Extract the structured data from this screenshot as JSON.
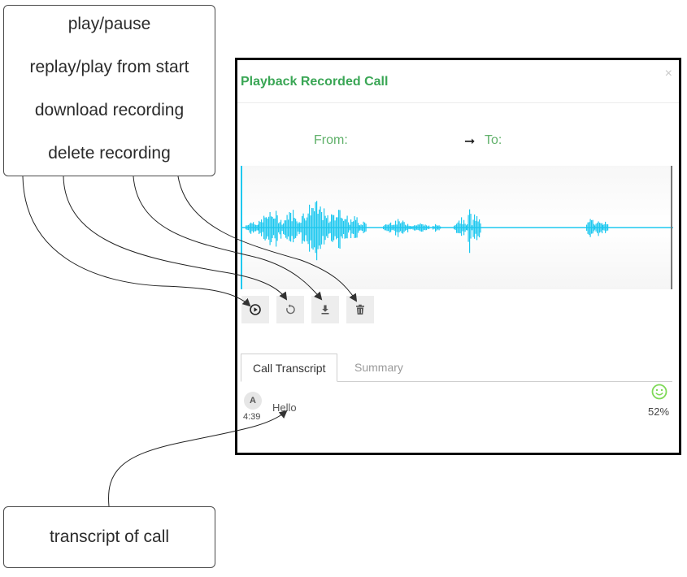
{
  "callouts": {
    "controls": [
      "play/pause",
      "replay/play from start",
      "download recording",
      "delete recording"
    ],
    "transcript": "transcript of call"
  },
  "dialog": {
    "title": "Playback Recorded Call",
    "close_glyph": "×",
    "from_label": "From:",
    "arrow_glyph": "➞",
    "to_label": "To:",
    "colors": {
      "accent": "#3aa655",
      "waveform": "#1ec8ef",
      "smiley": "#7ed957"
    },
    "controls": [
      {
        "name": "play-pause-button",
        "icon": "play-circle-icon"
      },
      {
        "name": "replay-button",
        "icon": "replay-icon"
      },
      {
        "name": "download-button",
        "icon": "download-icon"
      },
      {
        "name": "delete-button",
        "icon": "trash-icon"
      }
    ],
    "tabs": {
      "active": "Call Transcript",
      "inactive": "Summary"
    },
    "transcript": [
      {
        "avatar": "A",
        "time": "4:39",
        "text": "Hello"
      }
    ],
    "sentiment": {
      "icon": "smiley-icon",
      "value": "52%"
    }
  }
}
